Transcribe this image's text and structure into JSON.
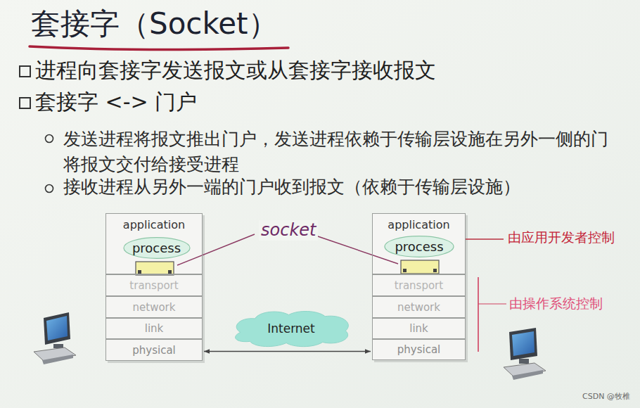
{
  "diagram": {
    "title": "套接字（Socket）",
    "nodes": [
      {
        "text": [
          "application"
        ]
      },
      {
        "text": [
          "process"
        ],
        "in": 0
      },
      {
        "text": [
          "transport"
        ]
      },
      {
        "text": [
          "network"
        ]
      },
      {
        "text": [
          "link"
        ]
      },
      {
        "text": [
          "physical"
        ]
      },
      {
        "text": [
          "Internet"
        ]
      },
      {
        "text": [
          "application"
        ]
      },
      {
        "text": [
          "process"
        ],
        "in": 7
      },
      {
        "text": [
          "transport"
        ]
      },
      {
        "text": [
          "network"
        ]
      },
      {
        "text": [
          "link"
        ]
      },
      {
        "text": [
          "physical"
        ]
      }
    ],
    "edges": [
      {
        "from": 5,
        "to": 12,
        "arrow": "both"
      }
    ],
    "labels": [
      "进程向套接字发送报文或从套接字接收报文",
      "套接字 <-> 门户",
      "发送进程将报文推出门户，发送进程依赖于传输层设施在另外一侧的门将报文交付给接受进程",
      "接收进程从另外一端的门户收到报文（依赖于传输层设施）",
      "socket",
      "由应用开发者控制",
      "由操作系统控制",
      "CSDN @牧椎"
    ]
  }
}
